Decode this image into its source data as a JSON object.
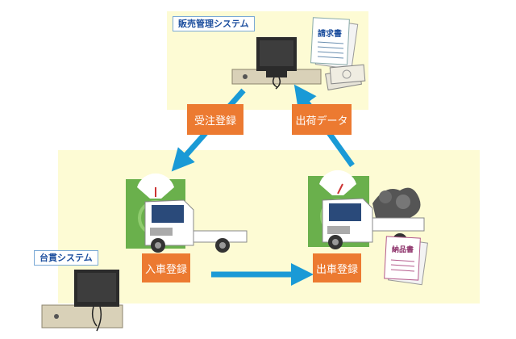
{
  "top_system": {
    "title": "販売管理システム"
  },
  "bottom_system": {
    "title": "台貫システム"
  },
  "edges": {
    "order_registration": "受注登録",
    "shipment_data": "出荷データ"
  },
  "steps": {
    "entry": "入車登録",
    "exit": "出車登録"
  },
  "documents": {
    "invoice": "請求書",
    "delivery_note": "納品書"
  },
  "colors": {
    "panel": "#fdfbd4",
    "arrow": "#1a9ad6",
    "label_bg": "#ec7a31",
    "scale": "#6ab04c",
    "title_text": "#1d4f9e"
  }
}
